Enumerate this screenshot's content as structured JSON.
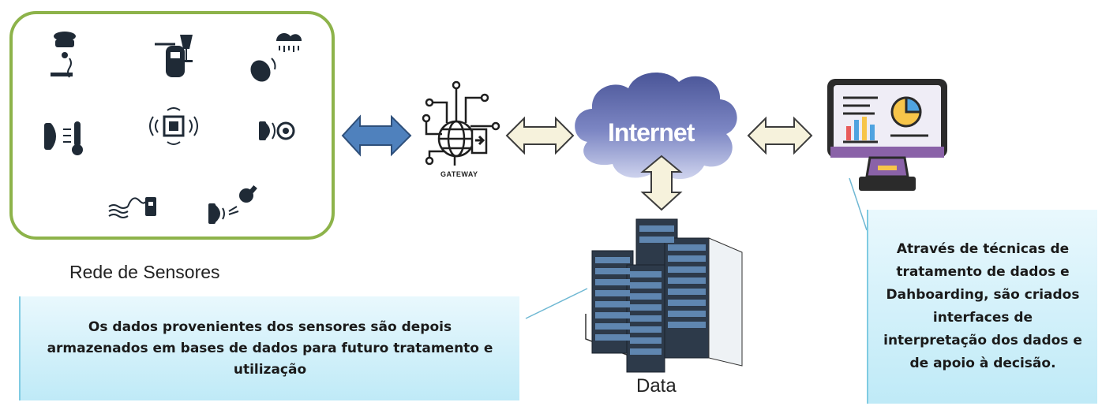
{
  "sensor_network": {
    "label": "Rede de Sensores",
    "sensors": [
      "smoke-detector-icon",
      "alcohol-sensor-icon",
      "rain-sensor-icon",
      "temperature-sensor-icon",
      "wireless-chip-icon",
      "proximity-sensor-icon",
      "water-level-sensor-icon",
      "light-sensor-icon"
    ]
  },
  "gateway": {
    "label": "GATEWAY"
  },
  "internet": {
    "label": "Internet"
  },
  "data": {
    "label": "Data"
  },
  "callouts": {
    "storage": "Os dados provenientes dos sensores são depois armazenados em bases de dados para futuro tratamento e utilização",
    "dashboard": "Através de técnicas de tratamento de dados e Dahboarding, são criados interfaces de interpretação dos dados e de apoio à decisão."
  },
  "colors": {
    "sensor_border": "#8db34a",
    "primary_arrow": "#4f81bd",
    "secondary_arrow": "#f6f2dc",
    "callout_fill": "#bfeaf7",
    "cloud": "#6f78b8"
  }
}
